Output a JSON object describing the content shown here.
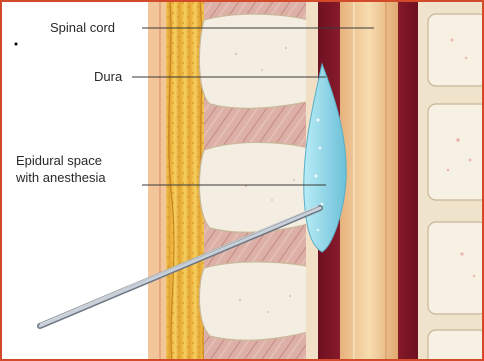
{
  "labels": {
    "spinal_cord": "Spinal cord",
    "dura": "Dura",
    "epidural_line1": "Epidural space",
    "epidural_line2": "with anesthesia"
  },
  "colors": {
    "frame": "#d24a2a",
    "skin": "#f2c59a",
    "fat": "#f0c040",
    "muscle": "#d8a8a0",
    "bone": "#f4eee2",
    "dura": "#8a1a28",
    "cord": "#f2ce9c",
    "anesthesia": "#8fd4e6",
    "needle": "#9aa2ac"
  }
}
